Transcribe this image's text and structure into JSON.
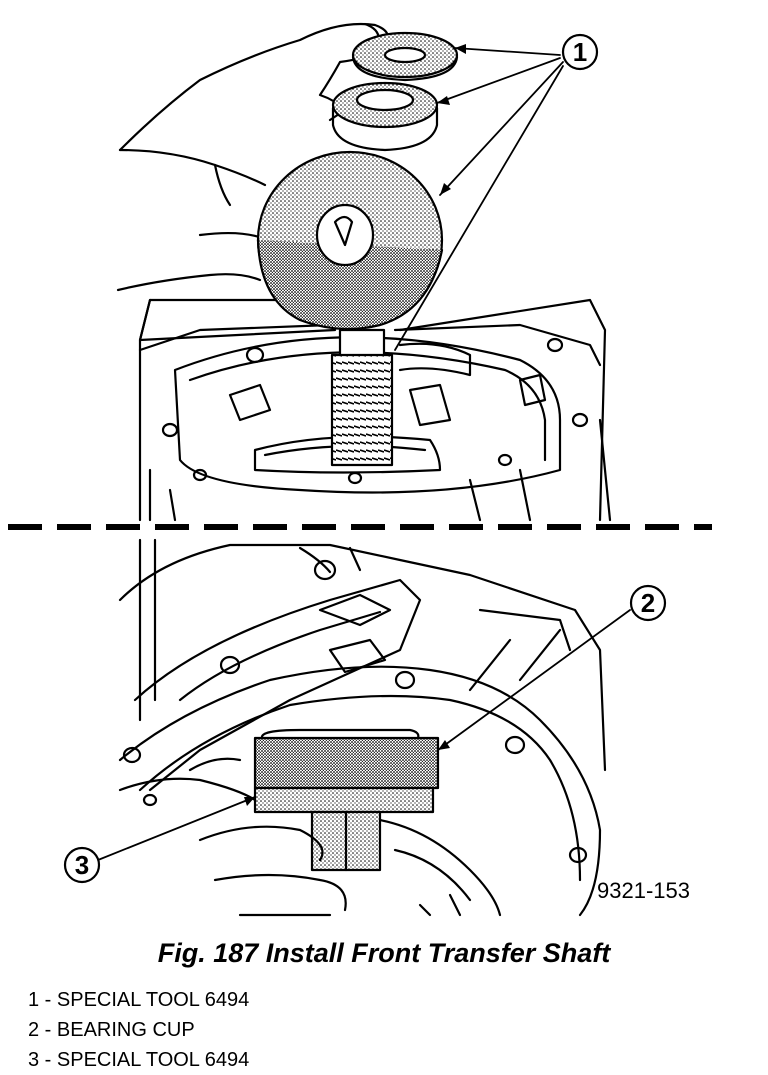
{
  "callouts": [
    "1",
    "2",
    "3"
  ],
  "figure_id": "9321-153",
  "caption": "Fig. 187 Install Front Transfer Shaft",
  "legend": [
    "1 - SPECIAL TOOL 6494",
    "2 - BEARING CUP",
    "3 - SPECIAL TOOL 6494"
  ]
}
